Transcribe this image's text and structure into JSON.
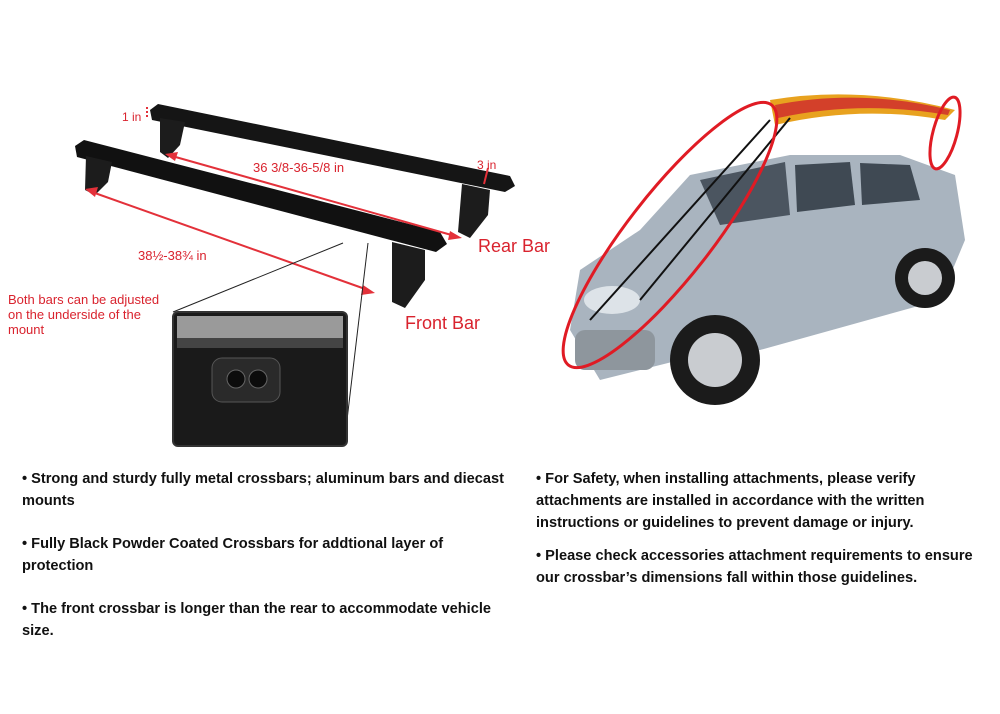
{
  "diagram": {
    "height_label": "1 in",
    "width_label": "3 in",
    "rear_length_label": "36 3/8-36-5/8 in",
    "front_length_label": "38½-38¾ in",
    "rear_bar_label": "Rear Bar",
    "front_bar_label": "Front Bar",
    "adjust_note": "Both bars can be adjusted on the underside of the mount"
  },
  "colors": {
    "annotation": "#e3313a",
    "bar": "#151515",
    "car": "#a9b4bf"
  },
  "features_left": [
    "• Strong and sturdy fully metal crossbars; aluminum bars and diecast mounts",
    "• Fully Black Powder Coated Crossbars for addtional layer of protection",
    "• The front crossbar is longer than the rear to accommodate vehicle size."
  ],
  "features_right": [
    "• For Safety, when installing attachments, please verify attachments are installed in accordance with the written instructions or guidelines to prevent damage or injury.",
    "• Please check accessories attachment requirements to ensure our crossbar’s dimensions fall within those guidelines."
  ]
}
